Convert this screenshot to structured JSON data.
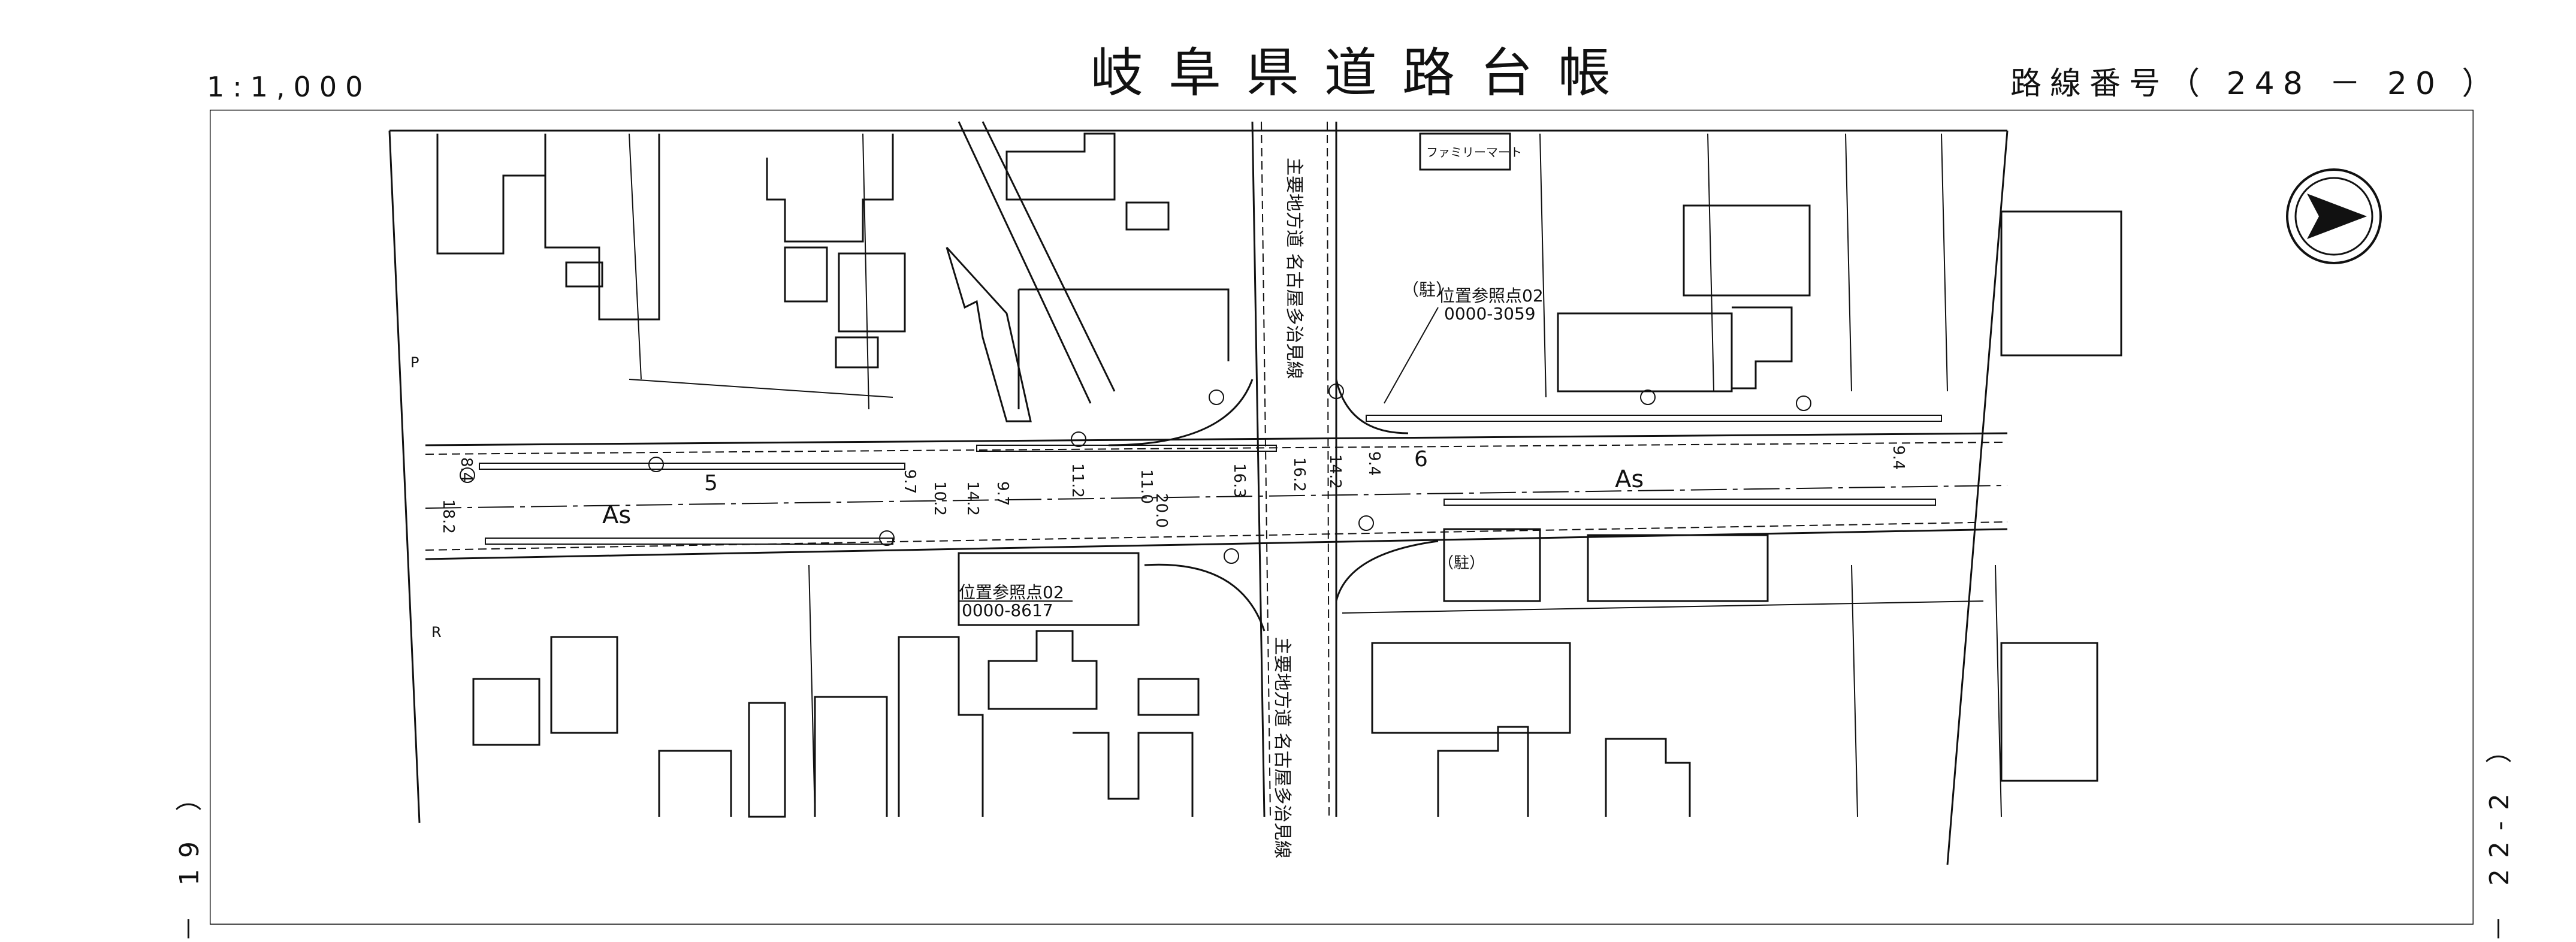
{
  "header": {
    "title": "岐阜県道路台帳",
    "scale": "1:1,000",
    "route_number": "路線番号（ 248 － 20 ）"
  },
  "sheet_refs": {
    "left": "－ 19 ）",
    "right": "－ 22-2 ）"
  },
  "map": {
    "store_label": "ファミリーマート",
    "road_label_top": "主要地方道 名古屋多治見線",
    "road_label_bottom": "主要地方道 名古屋多治見線",
    "ref_point_top_name": "位置参照点02",
    "ref_point_top_code": "0000-3059",
    "ref_point_bottom_name": "位置参照点02",
    "ref_point_bottom_code": "0000-8617",
    "parking_top": "（駐）",
    "parking_bottom": "（駐）",
    "surface_left": "As",
    "surface_right": "As",
    "station_left": "5",
    "station_right": "6",
    "dim_8_4": "8.4",
    "dim_18_2": "18.2",
    "dim_9_7a": "9.7",
    "dim_10_2": "10.2",
    "dim_14_2a": "14.2",
    "dim_9_7b": "9.7",
    "dim_11_0": "11.0",
    "dim_16_3": "16.3",
    "dim_16_2": "16.2",
    "dim_14_2b": "14.2",
    "dim_9_4a": "9.4",
    "dim_9_4b": "9.4",
    "dim_11_2": "11.2",
    "dim_20_0": "20.0",
    "p_mark": "P",
    "r_mark": "R"
  },
  "colors": {
    "ink": "#111111",
    "paper": "#ffffff"
  },
  "icons": {
    "north": "north-arrow-icon"
  }
}
